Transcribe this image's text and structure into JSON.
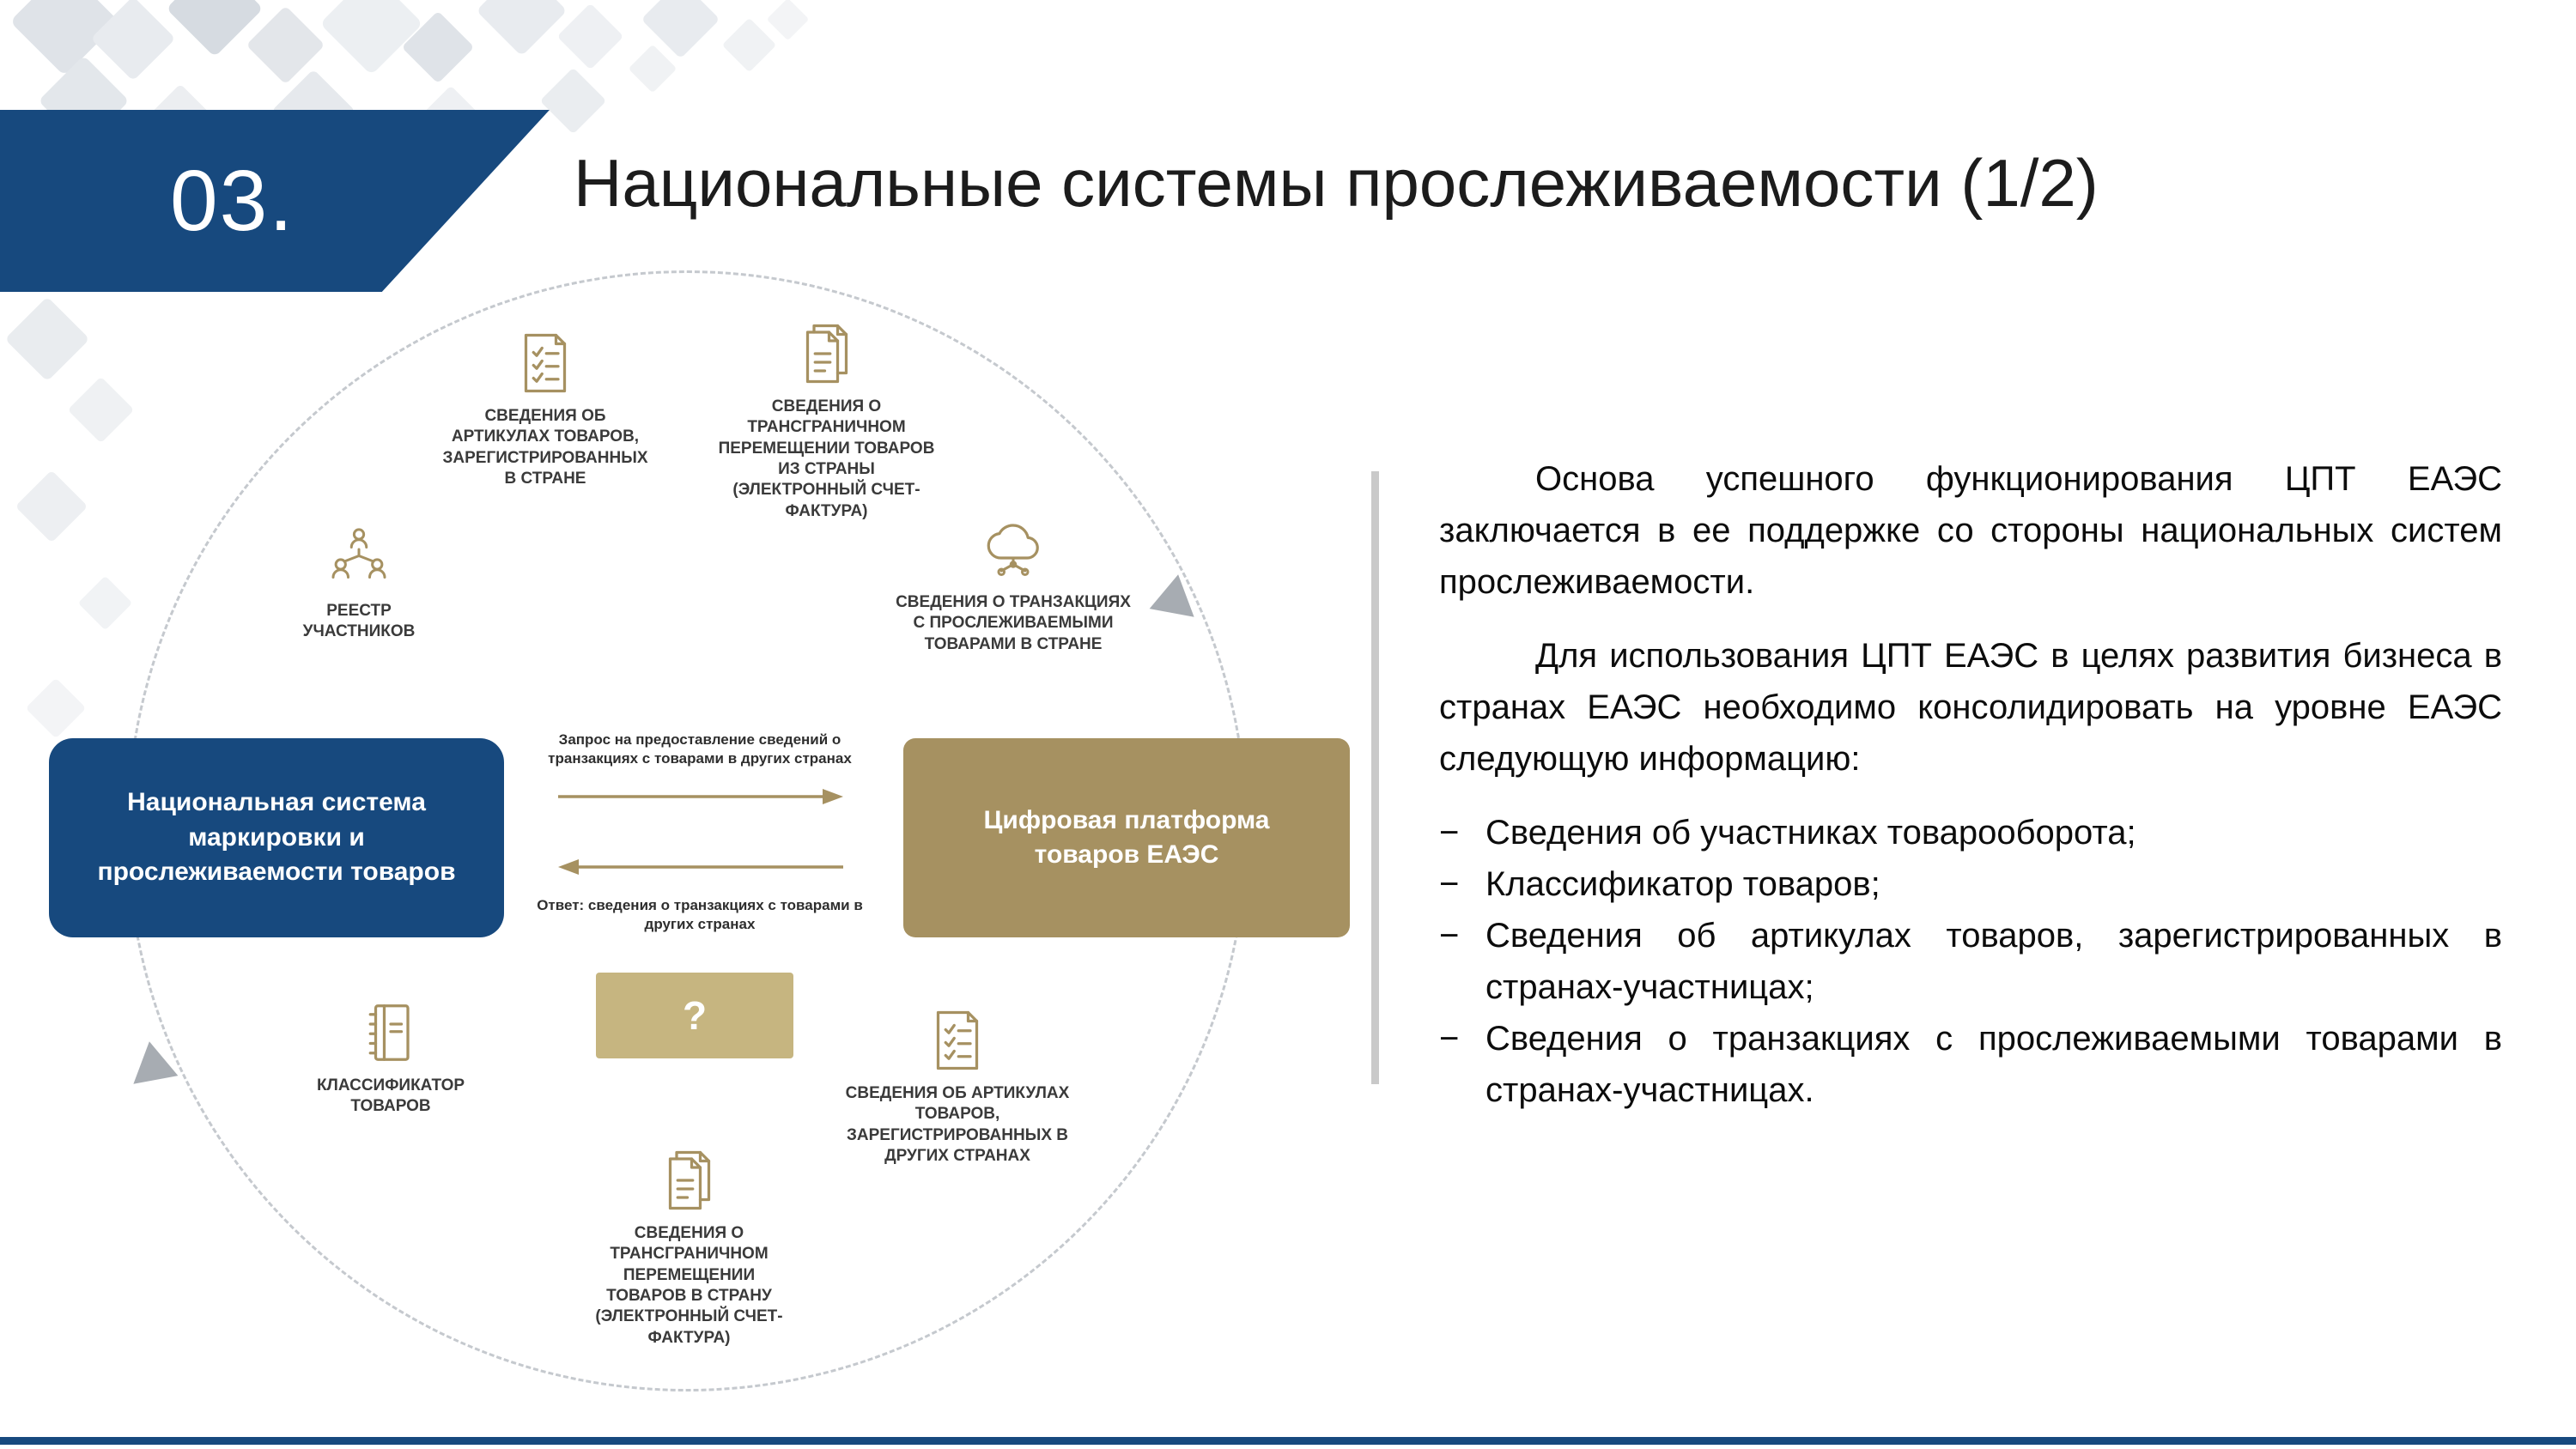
{
  "header": {
    "section_number": "03.",
    "title": "Национальные системы прослеживаемости (1/2)"
  },
  "diagram": {
    "national_system_label": "Национальная система маркировки и прослеживаемости товаров",
    "platform_label": "Цифровая платформа товаров ЕАЭС",
    "question_mark": "?",
    "request_arrow_label": "Запрос на предоставление сведений о транзакциях с товарами в других странах",
    "response_arrow_label": "Ответ: сведения о транзакциях с товарами в других странах",
    "nodes": [
      {
        "id": "articles-in-country",
        "icon": "checklist-document-icon",
        "label": "СВЕДЕНИЯ ОБ АРТИКУЛАХ ТОВАРОВ, ЗАРЕГИСТРИРОВАННЫХ В СТРАНЕ"
      },
      {
        "id": "crossborder-out",
        "icon": "documents-icon",
        "label": "СВЕДЕНИЯ О ТРАНСГРАНИЧНОМ ПЕРЕМЕЩЕНИИ ТОВАРОВ ИЗ СТРАНЫ (ЭЛЕКТРОННЫЙ СЧЕТ-ФАКТУРА)"
      },
      {
        "id": "participants-registry",
        "icon": "participants-network-icon",
        "label": "РЕЕСТР УЧАСТНИКОВ"
      },
      {
        "id": "transactions-in-country",
        "icon": "cloud-network-icon",
        "label": "СВЕДЕНИЯ О ТРАНЗАКЦИЯХ С ПРОСЛЕЖИВАЕМЫМИ ТОВАРАМИ В СТРАНЕ"
      },
      {
        "id": "goods-classifier",
        "icon": "book-icon",
        "label": "КЛАССИФИКАТОР ТОВАРОВ"
      },
      {
        "id": "articles-other-countries",
        "icon": "checklist-document-icon",
        "label": "СВЕДЕНИЯ ОБ АРТИКУЛАХ ТОВАРОВ, ЗАРЕГИСТРИРОВАННЫХ В ДРУГИХ СТРАНАХ"
      },
      {
        "id": "crossborder-in",
        "icon": "documents-icon",
        "label": "СВЕДЕНИЯ О ТРАНСГРАНИЧНОМ ПЕРЕМЕЩЕНИИ ТОВАРОВ В СТРАНУ (ЭЛЕКТРОННЫЙ СЧЕТ-ФАКТУРА)"
      }
    ]
  },
  "panel": {
    "paragraphs": [
      "Основа успешного функционирования ЦПТ ЕАЭС заключается в ее поддержке со стороны национальных систем прослеживаемости.",
      "Для использования ЦПТ ЕАЭС в целях развития бизнеса в странах ЕАЭС необходимо консолидировать на уровне ЕАЭС следующую информацию:"
    ],
    "bullet_marker": "−",
    "bullets": [
      "Сведения об участниках товарооборота;",
      "Классификатор товаров;",
      "Сведения об артикулах товаров, зарегистрированных в странах-участницах;",
      "Сведения о транзакциях с прослеживаемыми товарами в странах-участницах."
    ]
  },
  "colors": {
    "primary_blue": "#17497E",
    "gold": "#A69161",
    "gold_light": "#C6B580",
    "rule_gray": "#C9C9C9"
  }
}
